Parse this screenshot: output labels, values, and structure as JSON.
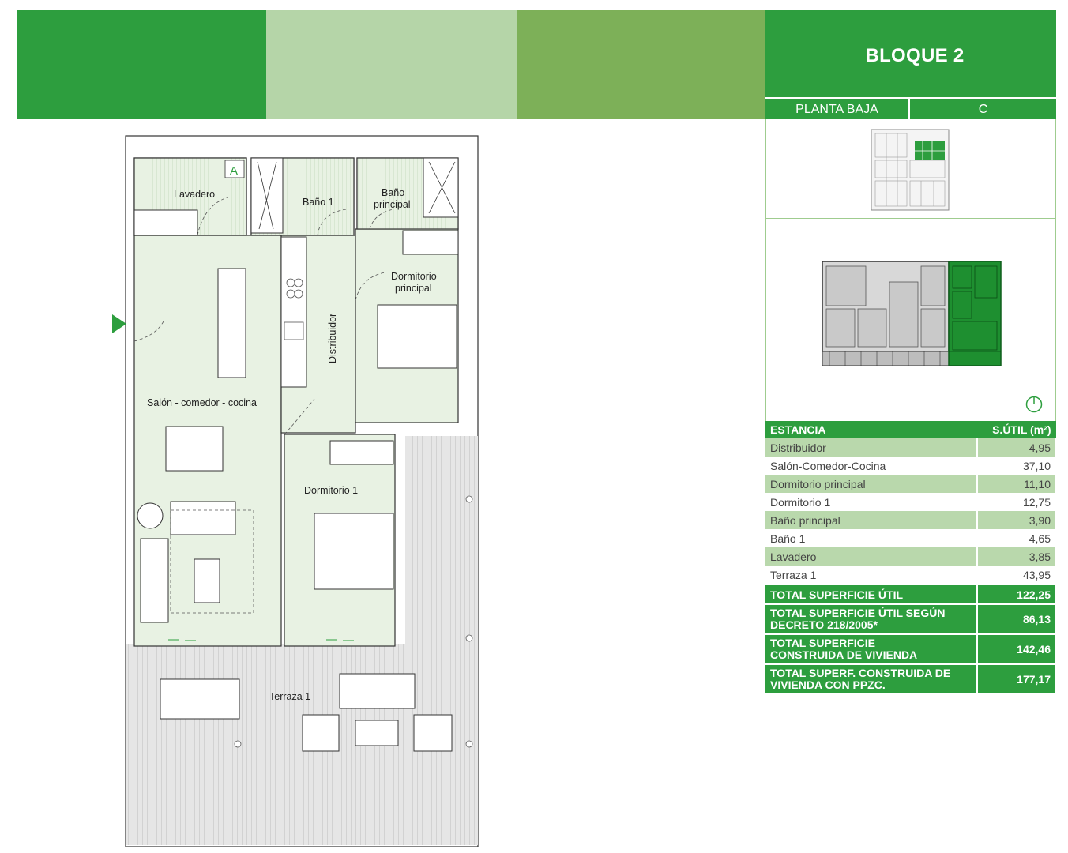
{
  "header": {
    "title": "BLOQUE 2",
    "planta": "PLANTA BAJA",
    "letter": "C"
  },
  "plan": {
    "tag": "A",
    "rooms": {
      "lavadero": "Lavadero",
      "bano1": "Baño 1",
      "bano_principal_1": "Baño",
      "bano_principal_2": "principal",
      "dormitorio_principal_1": "Dormitorio",
      "dormitorio_principal_2": "principal",
      "distribuidor": "Distribuidor",
      "salon": "Salón - comedor - cocina",
      "dormitorio1": "Dormitorio 1",
      "terraza": "Terraza 1"
    }
  },
  "table": {
    "header": {
      "room": "ESTANCIA",
      "area": "S.ÚTIL (m²)"
    },
    "rows": [
      {
        "room": "Distribuidor",
        "area": "4,95"
      },
      {
        "room": "Salón-Comedor-Cocina",
        "area": "37,10"
      },
      {
        "room": "Dormitorio principal",
        "area": "11,10"
      },
      {
        "room": "Dormitorio 1",
        "area": "12,75"
      },
      {
        "room": "Baño principal",
        "area": "3,90"
      },
      {
        "room": "Baño 1",
        "area": "4,65"
      },
      {
        "room": "Lavadero",
        "area": "3,85"
      },
      {
        "room": "Terraza 1",
        "area": "43,95"
      }
    ],
    "totals": [
      {
        "line1": "TOTAL SUPERFICIE ÚTIL",
        "line2": "",
        "area": "122,25"
      },
      {
        "line1": "TOTAL SUPERFICIE ÚTIL SEGÚN",
        "line2": "DECRETO 218/2005*",
        "area": "86,13"
      },
      {
        "line1": "TOTAL SUPERFICIE",
        "line2": "CONSTRUIDA DE VIVIENDA",
        "area": "142,46"
      },
      {
        "line1": "TOTAL SUPERF. CONSTRUIDA DE",
        "line2": "VIVIENDA CON PPZC.",
        "area": "177,17"
      }
    ]
  },
  "colors": {
    "brand_green": "#2d9e3e",
    "light_green": "#b5d5a8",
    "mid_green": "#7db058",
    "room_fill": "#e8f2e3"
  }
}
